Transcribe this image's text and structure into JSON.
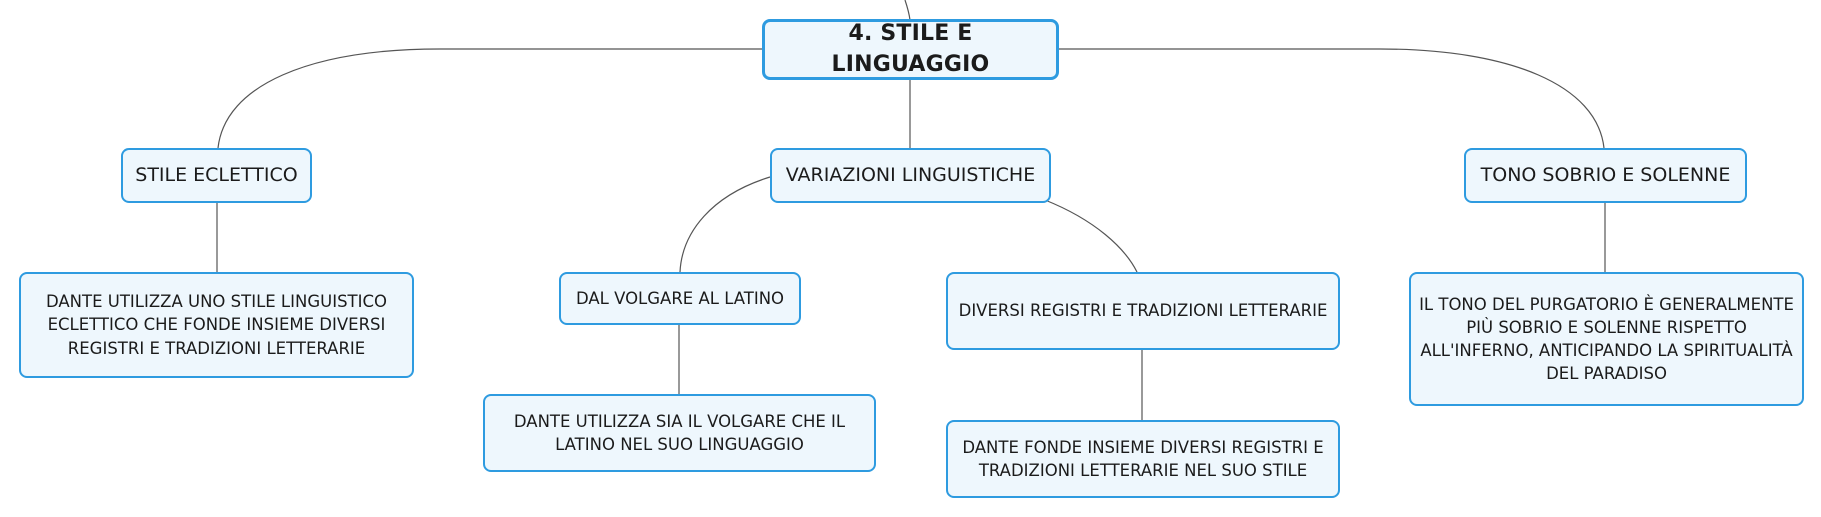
{
  "diagram": {
    "root": "4. STILE E LINGUAGGIO",
    "branches": [
      {
        "label": "STILE ECLETTICO",
        "children": [
          "DANTE UTILIZZA UNO STILE LINGUISTICO ECLETTICO CHE FONDE INSIEME DIVERSI REGISTRI E TRADIZIONI LETTERARIE"
        ]
      },
      {
        "label": "VARIAZIONI LINGUISTICHE",
        "children": [
          {
            "label": "DAL VOLGARE AL LATINO",
            "detail": "DANTE UTILIZZA SIA IL VOLGARE CHE IL LATINO NEL SUO LINGUAGGIO"
          },
          {
            "label": "DIVERSI REGISTRI E TRADIZIONI LETTERARIE",
            "detail": "DANTE FONDE INSIEME DIVERSI REGISTRI E TRADIZIONI LETTERARIE NEL SUO STILE"
          }
        ]
      },
      {
        "label": "TONO SOBRIO E SOLENNE",
        "children": [
          "IL TONO DEL PURGATORIO È GENERALMENTE PIÙ SOBRIO E SOLENNE RISPETTO ALL'INFERNO, ANTICIPANDO LA SPIRITUALITÀ DEL PARADISO"
        ]
      }
    ]
  },
  "colors": {
    "node_border": "#2e9be0",
    "node_fill": "#eef7fd",
    "connector": "#555555",
    "text": "#1b1b1b"
  }
}
